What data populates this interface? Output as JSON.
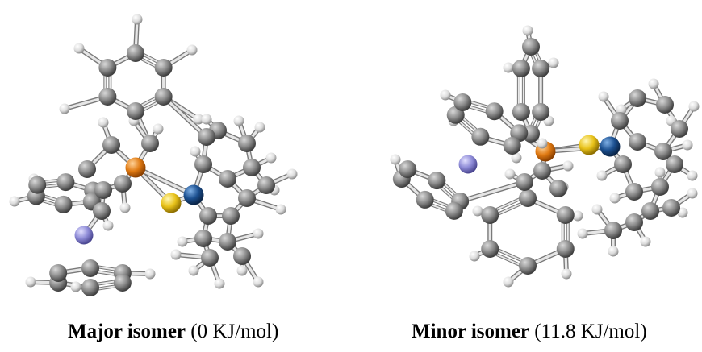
{
  "captions": {
    "major": {
      "name": "Major isomer",
      "energy": "(0 KJ/mol)"
    },
    "minor": {
      "name": "Minor isomer",
      "energy": "(11.8 KJ/mol)"
    }
  },
  "atom_colors": {
    "carbon": "#8a8a8a",
    "hydrogen": "#e6e6e6",
    "phosphorus": "#e07a12",
    "sulfur": "#e8c21a",
    "nitrogen_blue": "#1b4f8f",
    "metal": "#8d8ad6"
  }
}
